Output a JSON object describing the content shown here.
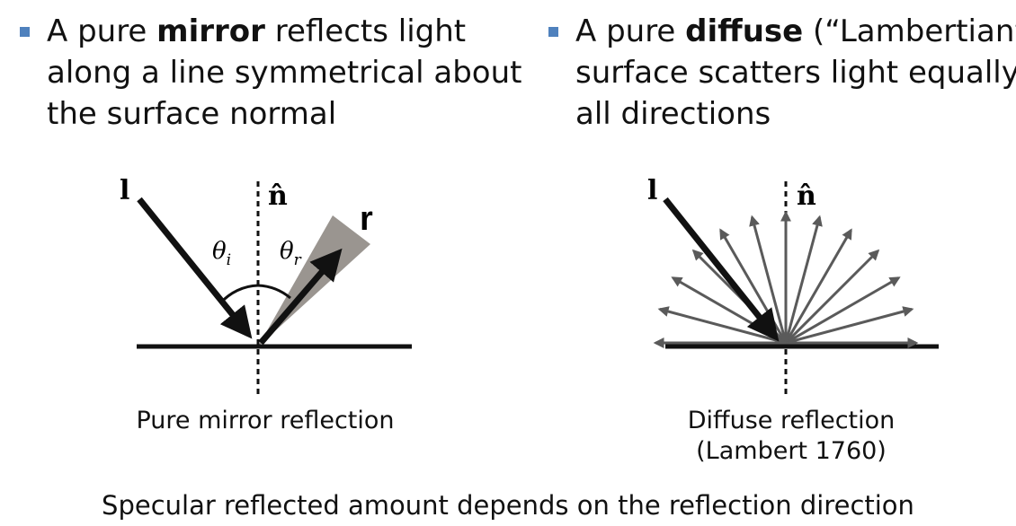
{
  "bullets": {
    "left": {
      "line1_pre": "A pure ",
      "line1_bold": "mirror",
      "line1_post": " reflects light",
      "line2": "along a line symmetrical about",
      "line3": "the surface normal"
    },
    "right": {
      "line1_pre": "A pure ",
      "line1_bold": "diffuse",
      "line1_post": " (“Lambertian”)",
      "line2": "surface scatters light equally in",
      "line3": "all directions"
    }
  },
  "mirror_diagram": {
    "light_label": "l",
    "normal_label": "n̂",
    "reflect_label": "r",
    "theta_symbol_left": "θ",
    "theta_sub_left": "i",
    "theta_symbol_right": "θ",
    "theta_sub_right": "r",
    "caption": "Pure mirror reflection"
  },
  "diffuse_diagram": {
    "light_label": "l",
    "normal_label": "n̂",
    "caption_line1": "Diffuse reflection",
    "caption_line2": "(Lambert 1760)",
    "scatter_angles_deg": [
      0,
      15,
      30,
      45,
      60,
      75,
      90,
      105,
      120,
      135,
      150,
      165,
      180
    ]
  },
  "footer": {
    "text": "Specular reflected amount depends on the reflection direction"
  },
  "colors": {
    "bullet": "#4f81bd",
    "text": "#111111",
    "arrow_dark": "#111111",
    "arrow_gray": "#5a5a5a",
    "cone_fill": "#9a9590"
  }
}
